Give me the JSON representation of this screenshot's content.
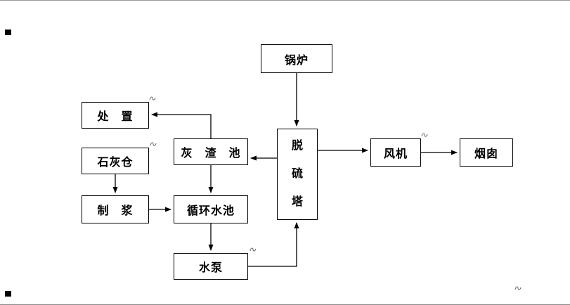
{
  "diagram": {
    "title": "flue-gas-desulfurization-flowchart",
    "colors": {
      "line": "#000000",
      "box_border": "#000000",
      "background": "#ffffff"
    },
    "nodes": {
      "boiler": {
        "label": "锅炉"
      },
      "disposal": {
        "label": "处　置"
      },
      "lime_silo": {
        "label": "石灰仓"
      },
      "pulping": {
        "label": "制　浆"
      },
      "ash_pool": {
        "label": "灰　渣　池"
      },
      "circulating_pool": {
        "label": "循环水池"
      },
      "pump": {
        "label": "水泵"
      },
      "tower": {
        "label": "脱硫塔"
      },
      "fan": {
        "label": "风机"
      },
      "chimney": {
        "label": "烟囱"
      }
    },
    "edges": [
      {
        "from": "boiler",
        "to": "tower"
      },
      {
        "from": "tower",
        "to": "fan"
      },
      {
        "from": "fan",
        "to": "chimney"
      },
      {
        "from": "tower",
        "to": "ash_pool"
      },
      {
        "from": "ash_pool",
        "to": "disposal"
      },
      {
        "from": "ash_pool",
        "to": "circulating_pool"
      },
      {
        "from": "lime_silo",
        "to": "pulping"
      },
      {
        "from": "pulping",
        "to": "circulating_pool"
      },
      {
        "from": "circulating_pool",
        "to": "pump"
      },
      {
        "from": "pump",
        "to": "tower"
      }
    ]
  }
}
